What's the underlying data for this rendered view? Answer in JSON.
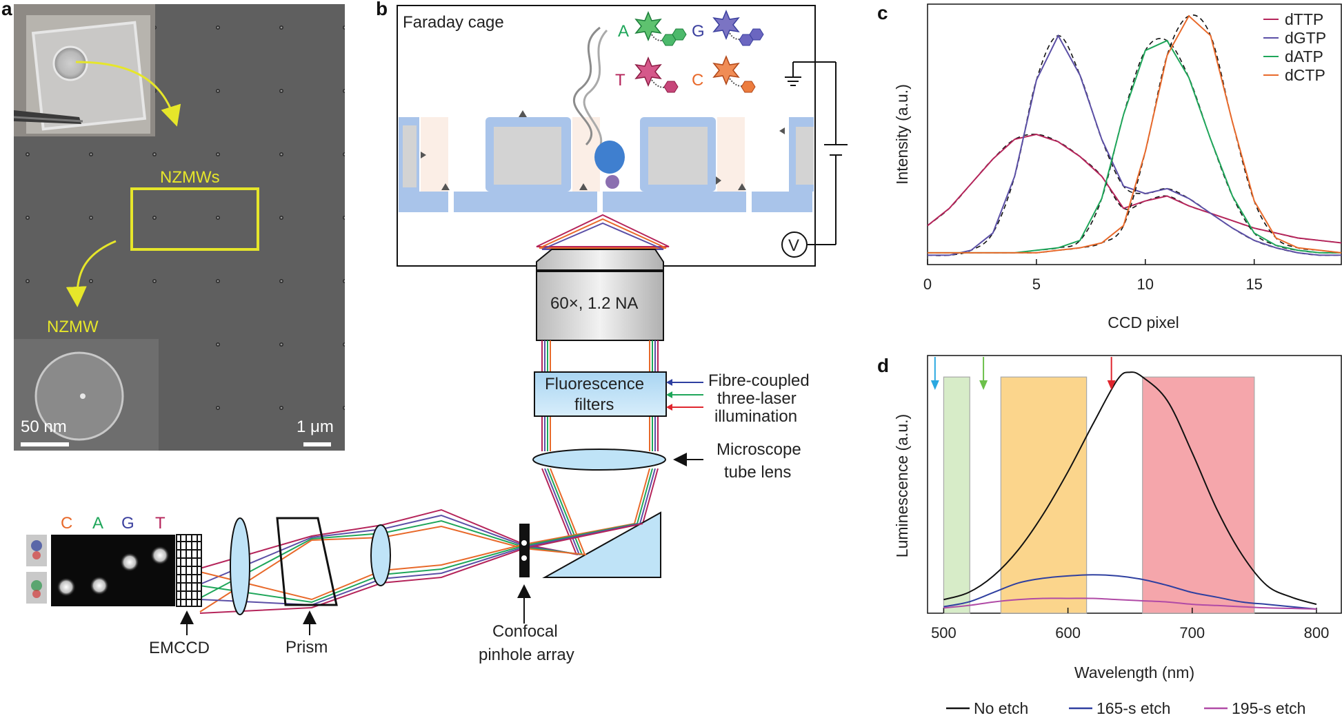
{
  "panel_a": {
    "letter": "a",
    "nzmws_label": "NZMWs",
    "nzmw_label": "NZMW",
    "scale_small": "50 nm",
    "scale_large": "1 μm"
  },
  "panel_b": {
    "letter": "b",
    "cage_label": "Faraday cage",
    "nucleotides": [
      "A",
      "G",
      "T",
      "C"
    ],
    "voltmeter": "V",
    "objective": "60×, 1.2 NA",
    "filters_line1": "Fluorescence",
    "filters_line2": "filters",
    "laser_line1": "Fibre-coupled",
    "laser_line2": "three-laser",
    "laser_line3": "illumination",
    "tube_line1": "Microscope",
    "tube_line2": "tube lens",
    "pinhole_line1": "Confocal",
    "pinhole_line2": "pinhole array",
    "prism": "Prism",
    "emccd": "EMCCD",
    "ccd_letters": [
      "C",
      "A",
      "G",
      "T"
    ]
  },
  "colors": {
    "dTTP": "#b5245a",
    "dGTP": "#5b4fa6",
    "dATP": "#1fa65a",
    "dCTP": "#e8692a",
    "no_etch": "#111111",
    "etch165": "#2e3fa0",
    "etch195": "#b04aa6",
    "green_band": "#d7ecc8",
    "orange_band": "#fbd58c",
    "red_band": "#f5a6ab",
    "blue_arrow": "#2aa8e0",
    "green_arrow": "#6cc04a",
    "red_arrow": "#e0262e",
    "nzmw_yellow": "#e6e62a",
    "membrane_blue": "#a9c4ea",
    "lens_blue": "#bfe3f7"
  },
  "chart_data": [
    {
      "type": "line",
      "panel": "c",
      "xlabel": "CCD pixel",
      "ylabel": "Intensity (a.u.)",
      "xlim": [
        0,
        19
      ],
      "ylim": [
        0,
        1
      ],
      "xticks": [
        0,
        5,
        10,
        15
      ],
      "legend_position": "top-right",
      "series": [
        {
          "name": "dTTP",
          "x": [
            0,
            1,
            2,
            3,
            4,
            5,
            6,
            7,
            8,
            9,
            10,
            11,
            12,
            13,
            14,
            15,
            16,
            17,
            18,
            19
          ],
          "y": [
            0.13,
            0.2,
            0.3,
            0.4,
            0.48,
            0.5,
            0.47,
            0.41,
            0.33,
            0.2,
            0.23,
            0.25,
            0.21,
            0.18,
            0.15,
            0.12,
            0.1,
            0.08,
            0.07,
            0.06
          ]
        },
        {
          "name": "dGTP",
          "x": [
            0,
            1,
            2,
            3,
            4,
            5,
            6,
            7,
            8,
            9,
            10,
            11,
            12,
            13,
            14,
            15,
            16,
            17,
            18,
            19
          ],
          "y": [
            0.01,
            0.01,
            0.03,
            0.1,
            0.33,
            0.72,
            0.9,
            0.74,
            0.48,
            0.29,
            0.26,
            0.28,
            0.24,
            0.18,
            0.12,
            0.07,
            0.04,
            0.02,
            0.01,
            0.01
          ]
        },
        {
          "name": "dATP",
          "x": [
            0,
            1,
            2,
            3,
            4,
            5,
            6,
            7,
            8,
            9,
            10,
            11,
            12,
            13,
            14,
            15,
            16,
            17,
            18,
            19
          ],
          "y": [
            0.02,
            0.02,
            0.02,
            0.02,
            0.02,
            0.03,
            0.04,
            0.07,
            0.24,
            0.58,
            0.84,
            0.88,
            0.73,
            0.48,
            0.25,
            0.1,
            0.05,
            0.03,
            0.02,
            0.02
          ]
        },
        {
          "name": "dCTP",
          "x": [
            0,
            1,
            2,
            3,
            4,
            5,
            6,
            7,
            8,
            9,
            10,
            11,
            12,
            13,
            14,
            15,
            16,
            17,
            18,
            19
          ],
          "y": [
            0.02,
            0.02,
            0.02,
            0.02,
            0.02,
            0.02,
            0.03,
            0.04,
            0.06,
            0.13,
            0.43,
            0.82,
            0.98,
            0.9,
            0.55,
            0.23,
            0.08,
            0.04,
            0.03,
            0.02
          ]
        }
      ]
    },
    {
      "type": "line",
      "panel": "d",
      "xlabel": "Wavelength (nm)",
      "ylabel": "Luminescence (a.u.)",
      "xlim": [
        487,
        820
      ],
      "ylim": [
        0,
        1.03
      ],
      "xticks": [
        500,
        600,
        700,
        800
      ],
      "legend_position": "bottom",
      "bands": [
        {
          "from": 500,
          "to": 521,
          "color_key": "green_band"
        },
        {
          "from": 546,
          "to": 615,
          "color_key": "orange_band"
        },
        {
          "from": 660,
          "to": 750,
          "color_key": "red_band"
        }
      ],
      "laser_arrows": [
        {
          "x": 493,
          "color_key": "blue_arrow"
        },
        {
          "x": 532,
          "color_key": "green_arrow"
        },
        {
          "x": 635,
          "color_key": "red_arrow"
        }
      ],
      "series": [
        {
          "name": "No etch",
          "x": [
            500,
            520,
            540,
            560,
            580,
            600,
            620,
            640,
            650,
            660,
            680,
            700,
            720,
            740,
            760,
            780,
            800
          ],
          "y": [
            0.04,
            0.07,
            0.14,
            0.25,
            0.4,
            0.58,
            0.78,
            0.97,
            1.0,
            0.98,
            0.88,
            0.66,
            0.42,
            0.23,
            0.1,
            0.05,
            0.02
          ]
        },
        {
          "name": "165-s etch",
          "x": [
            500,
            520,
            540,
            560,
            580,
            600,
            620,
            640,
            660,
            680,
            700,
            720,
            740,
            760,
            780,
            800
          ],
          "y": [
            0.01,
            0.03,
            0.07,
            0.11,
            0.13,
            0.14,
            0.145,
            0.14,
            0.125,
            0.1,
            0.07,
            0.05,
            0.03,
            0.02,
            0.01,
            0.0
          ]
        },
        {
          "name": "195-s etch",
          "x": [
            500,
            520,
            540,
            560,
            580,
            600,
            620,
            640,
            660,
            680,
            700,
            720,
            740,
            760,
            780,
            800
          ],
          "y": [
            0.005,
            0.015,
            0.03,
            0.04,
            0.045,
            0.045,
            0.045,
            0.04,
            0.035,
            0.03,
            0.02,
            0.015,
            0.01,
            0.005,
            0.003,
            0.0
          ]
        }
      ]
    }
  ]
}
